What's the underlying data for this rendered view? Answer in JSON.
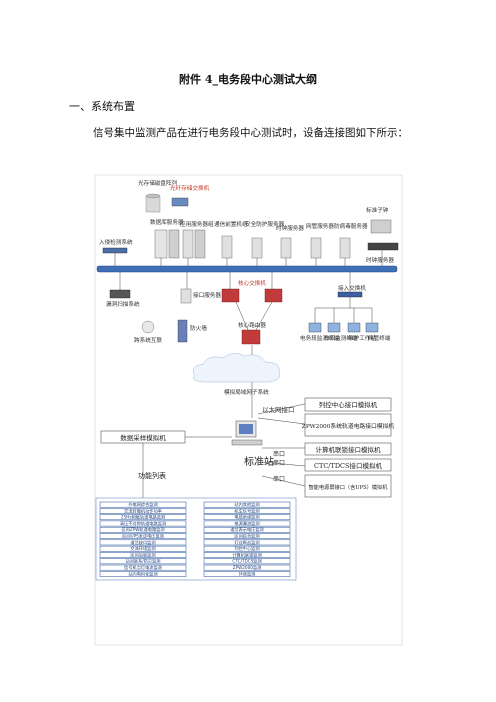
{
  "doc": {
    "title": "附件 4_电务段中心测试大纲",
    "section1": "一、系统布置",
    "paragraph": "信号集中监测产品在进行电务段中心测试时，设备连接图如下所示："
  },
  "diagram": {
    "top_nodes": [
      {
        "label": "光存储磁盘阵列"
      },
      {
        "label": "光纤存储交换机"
      },
      {
        "label": "数据库服务器"
      },
      {
        "label": "应用服务器组"
      },
      {
        "label": "通信前置机组"
      },
      {
        "label": "安全防护服务器"
      },
      {
        "label": "时钟服务器"
      },
      {
        "label": "网管服务器"
      },
      {
        "label": "防病毒服务器"
      },
      {
        "label": "标准子钟"
      },
      {
        "label": "时钟服务器"
      },
      {
        "label": "入侵检测系统"
      }
    ],
    "middle_nodes": [
      {
        "label": "漏洞扫描系统"
      },
      {
        "label": "接口服务器"
      },
      {
        "label": "核心交换机"
      },
      {
        "label": "防火墙"
      },
      {
        "label": "核心路由器"
      },
      {
        "label": "接入交换机"
      },
      {
        "label": "跨系统互联"
      },
      {
        "label": "电务段监测终端"
      },
      {
        "label": "车间监测终端"
      },
      {
        "label": "维护工作站"
      },
      {
        "label": "网管终端"
      },
      {
        "label": "模拟局域网子系统"
      }
    ],
    "lower": {
      "ethernet_label": "以太网接口",
      "right_boxes": [
        "列控中心接口模拟机",
        "ZPW2000系统轨道电路接口模拟机"
      ],
      "data_sim_box": "数据采样模拟机",
      "station_label": "标准站",
      "serial_labels": [
        "串口",
        "串口",
        "串口"
      ],
      "serial_boxes": [
        "计算机联锁接口模拟机",
        "CTC/TDCS接口模拟机",
        "智能电源屏接口（含UPS）模拟机"
      ],
      "func_label": "功能列表"
    },
    "function_list_left": [
      "外电网综合监测",
      "交流转辙机动作功率",
      "25Hz相敏轨道电路监测",
      "高压不对称轨道电路监测",
      "区间ZPW轨道电路监测",
      "区间UPS发送电压监测",
      "道岔缺口监测",
      "交流环境监测",
      "区间站联监测",
      "站间联系/防灾监测",
      "信号机点灯电流监测",
      "站内电码化监测"
    ],
    "function_list_right": [
      "站内其他监测",
      "机车信号监测",
      "电缆绝缘监测",
      "电源漏流监测",
      "道岔表示电压监测",
      "区间综合监测",
      "灯丝断丝监测",
      "列控中心监测",
      "计算机联锁监测",
      "CTC/TDCS监测",
      "ZPW2000监测",
      "环境监测"
    ]
  }
}
